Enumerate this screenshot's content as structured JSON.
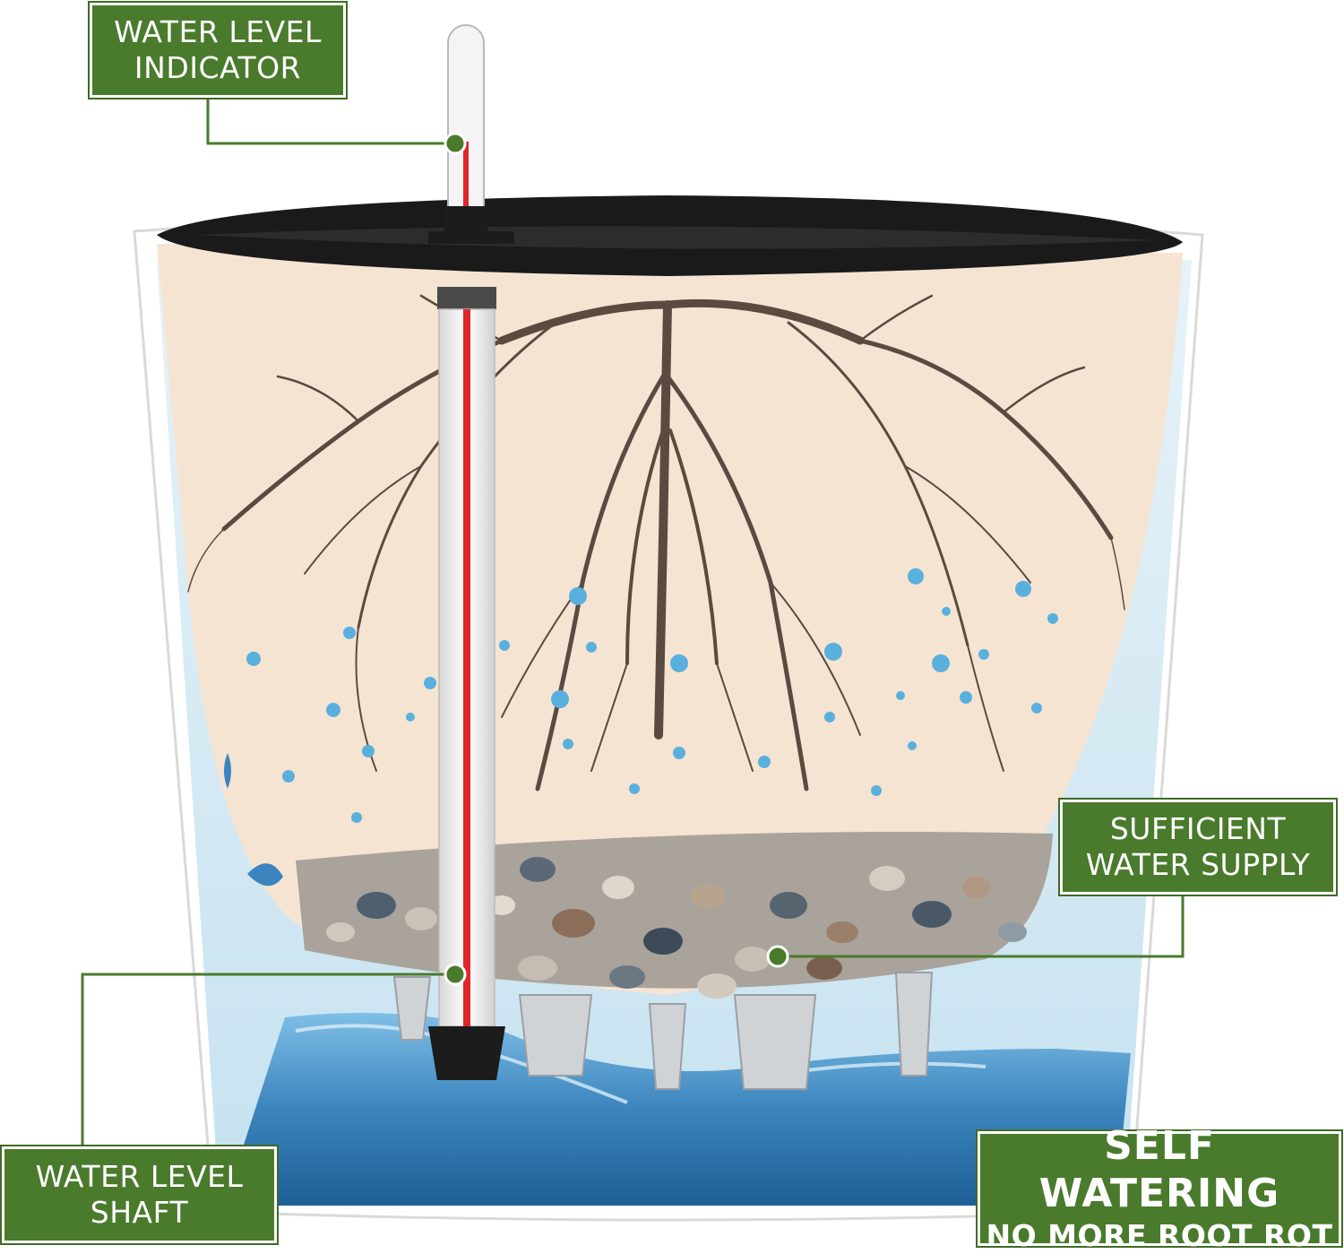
{
  "labels": {
    "water_level_indicator": [
      "WATER LEVEL",
      "INDICATOR"
    ],
    "sufficient_water_supply": [
      "SUFFICIENT",
      "WATER SUPPLY"
    ],
    "water_level_shaft": [
      "WATER LEVEL",
      "SHAFT"
    ],
    "headline": "SELF WATERING",
    "subheadline": "NO MORE ROOT ROT"
  },
  "colors": {
    "label_green": "#4a7a2c",
    "soil_beige": "#f6e4d3",
    "root_brown": "#5b4a40",
    "water_blue": "#3b84bd",
    "bubble_blue": "#5ab0dd",
    "pot_black": "#1a1a1a",
    "indicator_red": "#e0262a"
  }
}
